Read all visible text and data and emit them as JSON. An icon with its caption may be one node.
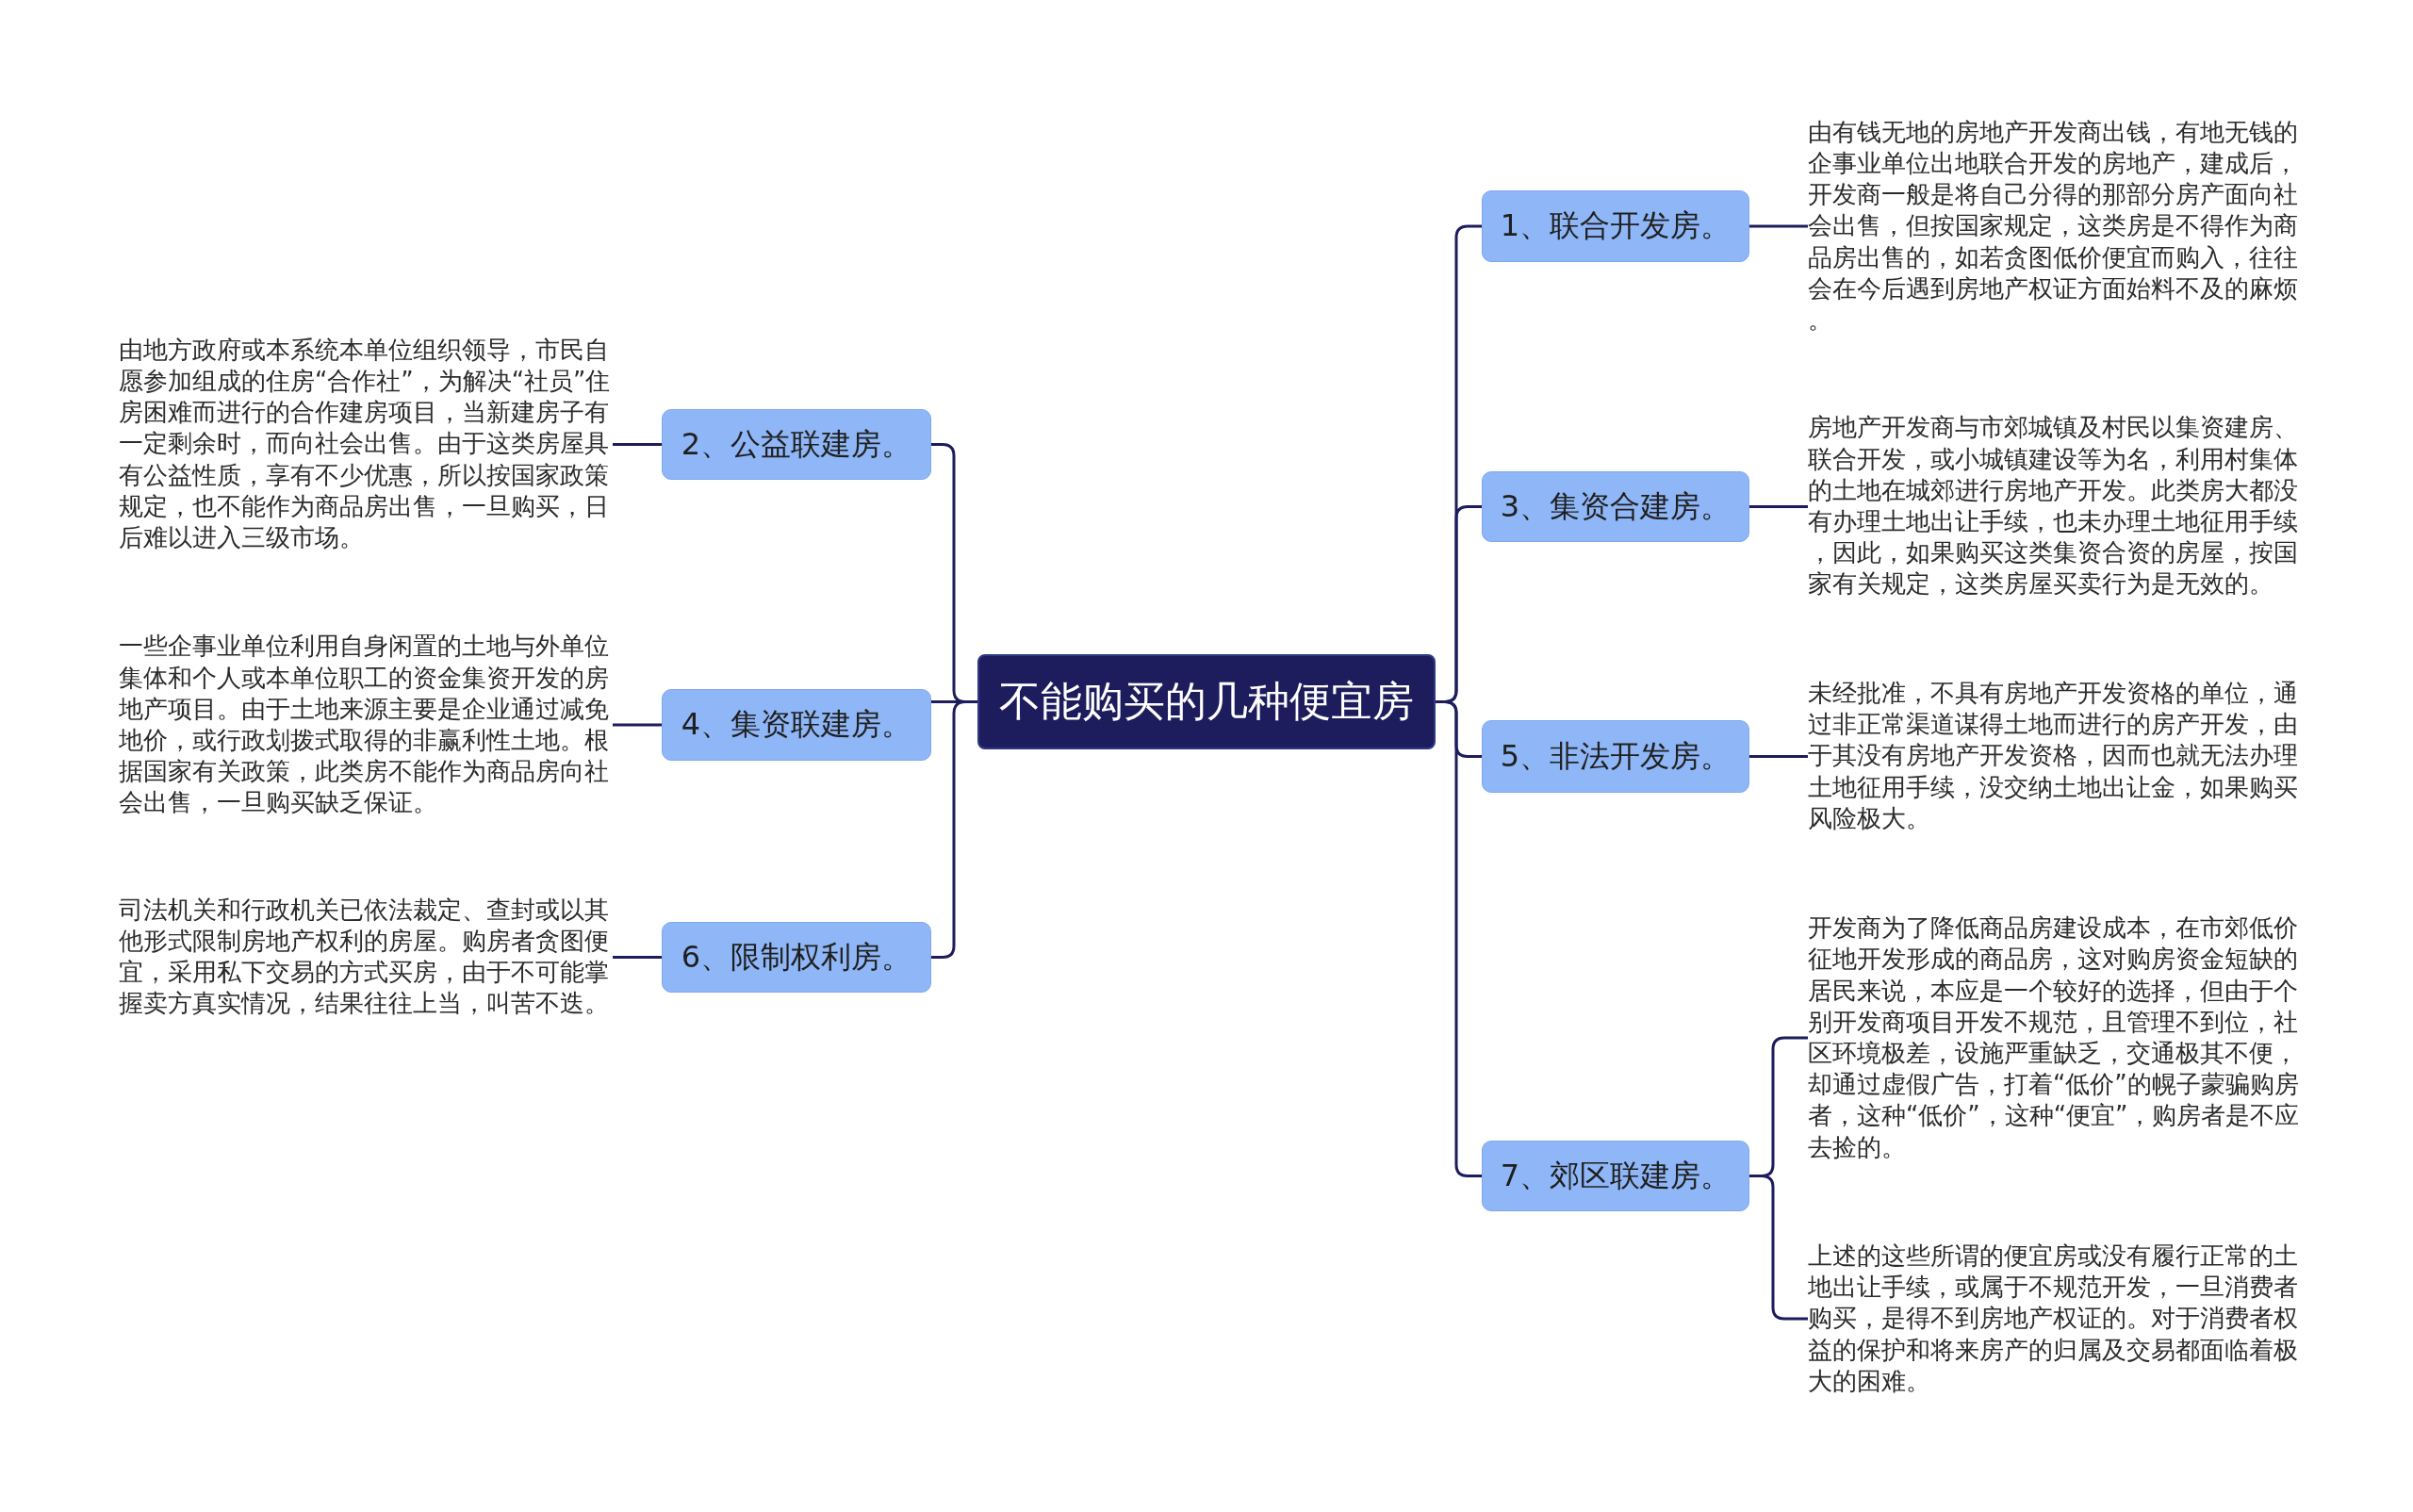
{
  "diagram": {
    "nodes": [
      {
        "text": [
          "不能购买的几种便宜房"
        ]
      },
      {
        "text": [
          "1、联合开发房。"
        ]
      },
      {
        "text": [
          "由有钱无地的房地产开发商出钱，有地无钱的企事业单位出地联合开发的房地产，建成后，开发商一般是将自己分得的那部分房产面向社会出售，但按国家规定，这类房是不得作为商品房出售的，如若贪图低价便宜而购入，往往会在今后遇到房地产权证方面始料不及的麻烦。"
        ]
      },
      {
        "text": [
          "2、公益联建房。"
        ]
      },
      {
        "text": [
          "由地方政府或本系统本单位组织领导，市民自愿参加组成的住房“合作社”，为解决“社员”住房困难而进行的合作建房项目，当新建房子有一定剩余时，而向社会出售。由于这类房屋具有公益性质，享有不少优惠，所以按国家政策规定，也不能作为商品房出售，一旦购买，日后难以进入三级市场。"
        ]
      },
      {
        "text": [
          "3、集资合建房。"
        ]
      },
      {
        "text": [
          "房地产开发商与市郊城镇及村民以集资建房、联合开发，或小城镇建设等为名，利用村集体的土地在城郊进行房地产开发。此类房大都没有办理土地出让手续，也未办理土地征用手续，因此，如果购买这类集资合资的房屋，按国家有关规定，这类房屋买卖行为是无效的。"
        ]
      },
      {
        "text": [
          "4、集资联建房。"
        ]
      },
      {
        "text": [
          "一些企事业单位利用自身闲置的土地与外单位集体和个人或本单位职工的资金集资开发的房地产项目。由于土地来源主要是企业通过减免地价，或行政划拨式取得的非赢利性土地。根据国家有关政策，此类房不能作为商品房向社会出售，一旦购买缺乏保证。"
        ]
      },
      {
        "text": [
          "5、非法开发房。"
        ]
      },
      {
        "text": [
          "未经批准，不具有房地产开发资格的单位，通过非正常渠道谋得土地而进行的房产开发，由于其没有房地产开发资格，因而也就无法办理土地征用手续，没交纳土地出让金，如果购买风险极大。"
        ]
      },
      {
        "text": [
          "6、限制权利房。"
        ]
      },
      {
        "text": [
          "司法机关和行政机关已依法裁定、查封或以其他形式限制房地产权利的房屋。购房者贪图便宜，采用私下交易的方式买房，由于不可能掌握卖方真实情况，结果往往上当，叫苦不迭。"
        ]
      },
      {
        "text": [
          "7、郊区联建房。"
        ]
      },
      {
        "text": [
          "开发商为了降低商品房建设成本，在市郊低价征地开发形成的商品房，这对购房资金短缺的居民来说，本应是一个较好的选择，但由于个别开发商项目开发不规范，且管理不到位，社区环境极差，设施严重缺乏，交通极其不便，却通过虚假广告，打着“低价”的幌子蒙骗购房者，这种“低价”，这种“便宜”，购房者是不应去捡的。"
        ]
      },
      {
        "text": [
          "上述的这些所谓的便宜房或没有履行正常的土地出让手续，或属于不规范开发，一旦消费者购买，是得不到房地产权证的。对于消费者权益的保护和将来房产的归属及交易都面临着极大的困难。"
        ]
      }
    ],
    "edges": [
      {
        "from": 0,
        "to": 1,
        "arrow": "none"
      },
      {
        "from": 0,
        "to": 3,
        "arrow": "none"
      },
      {
        "from": 0,
        "to": 5,
        "arrow": "none"
      },
      {
        "from": 0,
        "to": 7,
        "arrow": "none"
      },
      {
        "from": 0,
        "to": 9,
        "arrow": "none"
      },
      {
        "from": 0,
        "to": 11,
        "arrow": "none"
      },
      {
        "from": 0,
        "to": 13,
        "arrow": "none"
      },
      {
        "from": 1,
        "to": 2,
        "arrow": "none"
      },
      {
        "from": 3,
        "to": 4,
        "arrow": "none"
      },
      {
        "from": 5,
        "to": 6,
        "arrow": "none"
      },
      {
        "from": 7,
        "to": 8,
        "arrow": "none"
      },
      {
        "from": 9,
        "to": 10,
        "arrow": "none"
      },
      {
        "from": 11,
        "to": 12,
        "arrow": "none"
      },
      {
        "from": 13,
        "to": 14,
        "arrow": "none"
      },
      {
        "from": 13,
        "to": 15,
        "arrow": "none"
      }
    ]
  }
}
